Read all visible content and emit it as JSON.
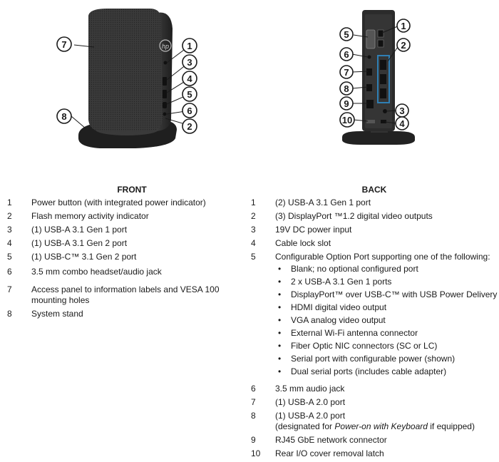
{
  "front": {
    "title": "FRONT",
    "logo_text": "hp",
    "callouts": [
      "1",
      "2",
      "3",
      "4",
      "5",
      "6",
      "7",
      "8"
    ],
    "items": [
      {
        "num": "1",
        "text": "Power button (with integrated power indicator)"
      },
      {
        "num": "2",
        "text": "Flash memory activity indicator"
      },
      {
        "num": "3",
        "text": "(1) USB-A 3.1 Gen 1 port"
      },
      {
        "num": "4",
        "text": "(1) USB-A 3.1 Gen 2 port"
      },
      {
        "num": "5",
        "text": "(1) USB-C™ 3.1 Gen 2 port"
      },
      {
        "num": "6",
        "text": "3.5 mm combo headset/audio jack"
      },
      {
        "num": "7",
        "text": "Access panel to information labels and VESA 100 mounting holes"
      },
      {
        "num": "8",
        "text": "System stand"
      }
    ]
  },
  "back": {
    "title": "BACK",
    "callouts": [
      "1",
      "2",
      "3",
      "4",
      "5",
      "6",
      "7",
      "8",
      "9",
      "10"
    ],
    "items": [
      {
        "num": "1",
        "text": "(2) USB-A 3.1 Gen 1 port"
      },
      {
        "num": "2",
        "text": "(3) DisplayPort ™1.2 digital video outputs"
      },
      {
        "num": "3",
        "text": "19V DC power input"
      },
      {
        "num": "4",
        "text": "Cable lock slot"
      },
      {
        "num": "5",
        "text": "Configurable Option Port supporting one of the following:",
        "sub": [
          "Blank; no optional configured port",
          "2 x USB-A 3.1 Gen 1 ports",
          "DisplayPort™ over USB-C™ with USB Power Delivery",
          "HDMI digital video output",
          "VGA analog video output",
          "External Wi-Fi antenna connector",
          "Fiber Optic NIC connectors (SC or LC)",
          "Serial port with configurable power (shown)",
          "Dual serial ports (includes cable adapter)"
        ]
      },
      {
        "num": "6",
        "text": "3.5 mm audio jack"
      },
      {
        "num": "7",
        "text": "(1) USB-A 2.0 port"
      },
      {
        "num": "8",
        "text": "(1) USB-A 2.0 port",
        "note_pre": "(designated for ",
        "note_em": "Power-on with Keyboard",
        "note_post": " if equipped)"
      },
      {
        "num": "9",
        "text": "RJ45 GbE network connector"
      },
      {
        "num": "10",
        "text": "Rear I/O cover removal latch"
      }
    ]
  }
}
